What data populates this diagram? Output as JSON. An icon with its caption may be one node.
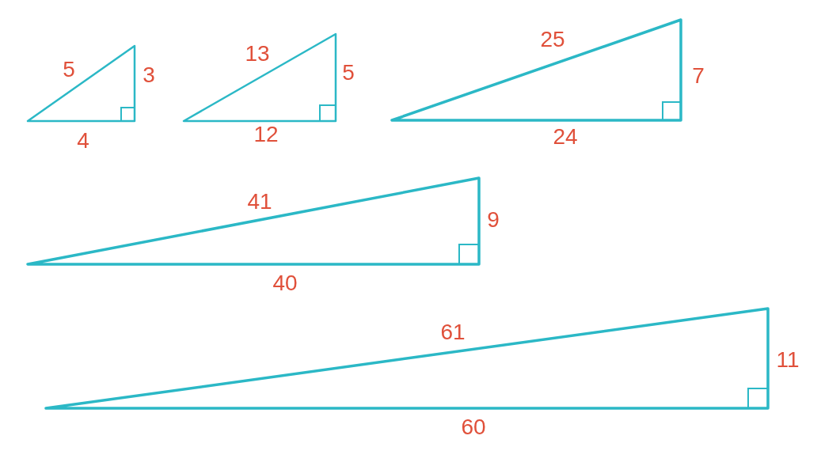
{
  "diagram": {
    "labels": [
      "5",
      "3",
      "4",
      "13",
      "5",
      "12",
      "25",
      "7",
      "24",
      "41",
      "9",
      "40",
      "61",
      "11",
      "60"
    ]
  }
}
